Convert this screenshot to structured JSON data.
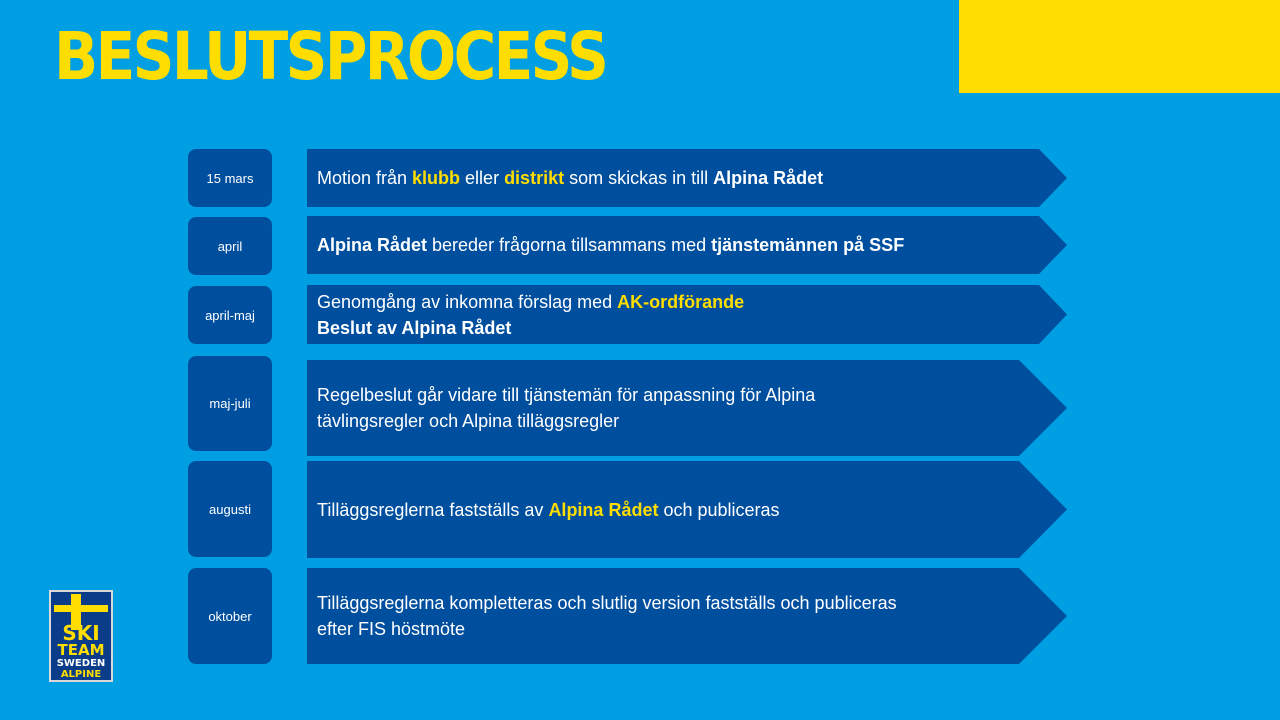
{
  "title": "BESLUTSPROCESS",
  "colors": {
    "background": "#009fe3",
    "accent": "#ffdd00",
    "box": "#004f9f",
    "text": "#ffffff"
  },
  "steps": [
    {
      "date": "15 mars",
      "lines": [
        [
          {
            "t": "Motion från "
          },
          {
            "t": "klubb",
            "s": "y"
          },
          {
            "t": " eller "
          },
          {
            "t": "distrikt",
            "s": "y"
          },
          {
            "t": " som skickas in till "
          },
          {
            "t": "Alpina Rådet",
            "s": "b"
          }
        ]
      ]
    },
    {
      "date": "april",
      "lines": [
        [
          {
            "t": "Alpina Rådet",
            "s": "b"
          },
          {
            "t": " bereder frågorna tillsammans med "
          },
          {
            "t": "tjänstemännen på SSF",
            "s": "b"
          }
        ]
      ]
    },
    {
      "date": "april-maj",
      "lines": [
        [
          {
            "t": "Genomgång av inkomna förslag med "
          },
          {
            "t": "AK-ordförande",
            "s": "y"
          }
        ],
        [
          {
            "t": "Beslut av Alpina Rådet",
            "s": "b"
          }
        ]
      ]
    },
    {
      "date": "maj-juli",
      "lines": [
        [
          {
            "t": "Regelbeslut går vidare till tjänstemän för anpassning för Alpina tävlingsregler och Alpina tilläggsregler"
          }
        ]
      ]
    },
    {
      "date": "augusti",
      "lines": [
        [
          {
            "t": "Tilläggsreglerna fastställs av "
          },
          {
            "t": "Alpina Rådet",
            "s": "y"
          },
          {
            "t": " och publiceras"
          }
        ]
      ]
    },
    {
      "date": "oktober",
      "lines": [
        [
          {
            "t": "Tilläggsreglerna kompletteras och slutlig version fastställs och publiceras efter FIS höstmöte"
          }
        ]
      ]
    }
  ],
  "logo": {
    "line1": "SKI",
    "line2": "TEAM",
    "line3": "SWEDEN",
    "line4": "ALPINE"
  }
}
